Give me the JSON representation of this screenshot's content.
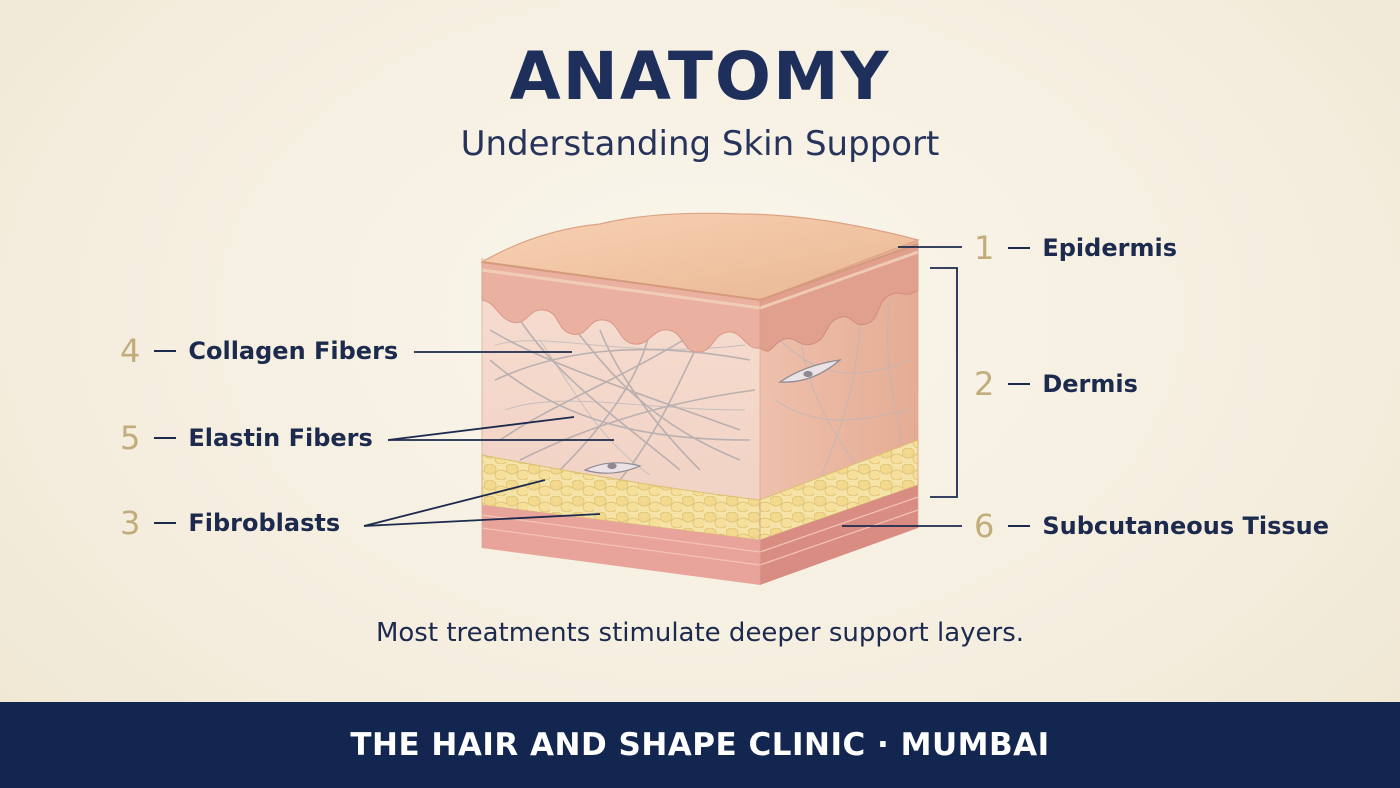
{
  "title": "ANATOMY",
  "subtitle": "Understanding Skin Support",
  "labels": {
    "epidermis": {
      "number": "1",
      "text": "Epidermis"
    },
    "dermis": {
      "number": "2",
      "text": "Dermis"
    },
    "subcutaneous": {
      "number": "6",
      "text": "Subcutaneous Tissue"
    },
    "collagen": {
      "number": "4",
      "text": "Collagen Fibers"
    },
    "elastin": {
      "number": "5",
      "text": "Elastin Fibers"
    },
    "fibroblasts": {
      "number": "3",
      "text": "Fibroblasts"
    }
  },
  "caption": "Most treatments stimulate deeper support layers.",
  "footer": "THE HAIR AND SHAPE CLINIC · MUMBAI",
  "colors": {
    "navy": "#13264f",
    "gold": "#c2ad7a",
    "skin": "#f0c7a8",
    "fat": "#f2dc98",
    "background": "#f5eedf"
  }
}
